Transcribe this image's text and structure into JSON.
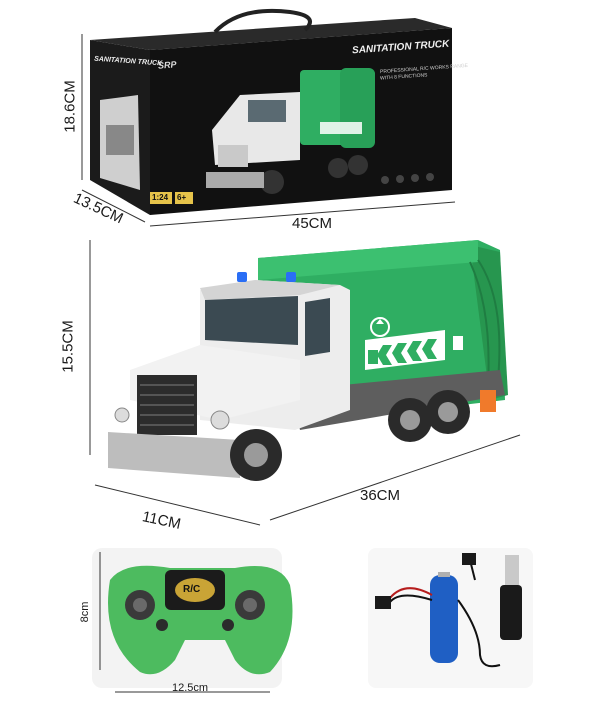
{
  "package": {
    "brand_logo": "SRP",
    "title": "SANITATION TRUCK",
    "subtitle_lines": [
      "PROFESSIONAL R/C WORKS RANGE",
      "WITH 8 FUNCTIONS"
    ],
    "scale_badge": "1:24",
    "age_badge": "6+"
  },
  "dimensions": {
    "box_height": "18.6CM",
    "box_depth": "13.5CM",
    "box_width": "45CM",
    "truck_height": "15.5CM",
    "truck_width": "11CM",
    "truck_length": "36CM",
    "remote_height": "8cm",
    "remote_width": "12.5cm"
  },
  "remote": {
    "badge_text": "R/C"
  },
  "colors": {
    "truck_green": "#2fae62",
    "truck_white": "#e8e8e8",
    "box_black": "#121212",
    "remote_green": "#4dbb5f",
    "battery_blue": "#1f5fc4"
  },
  "icons": [
    "recycle-icon",
    "arrow-chevrons-icon",
    "bin-icon"
  ]
}
